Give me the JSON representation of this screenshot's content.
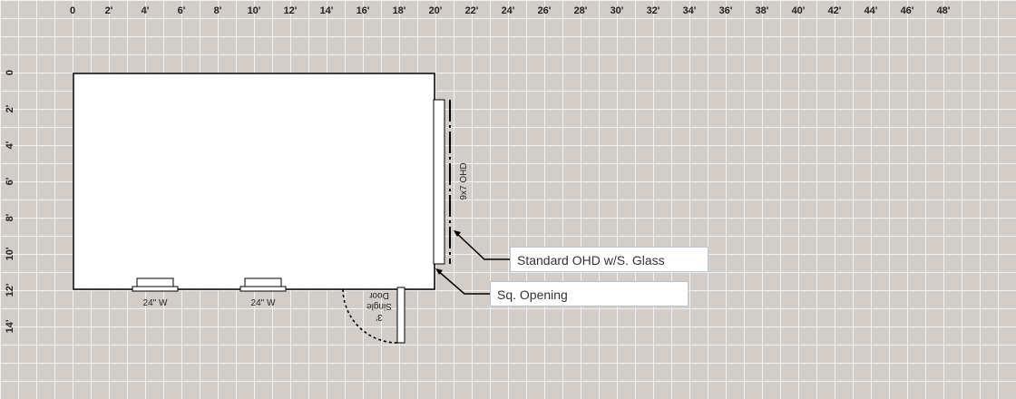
{
  "ruler": {
    "x_ticks": [
      "0",
      "2'",
      "4'",
      "6'",
      "8'",
      "10'",
      "12'",
      "14'",
      "16'",
      "18'",
      "20'",
      "22'",
      "24'",
      "26'",
      "28'",
      "30'",
      "32'",
      "34'",
      "36'",
      "38'",
      "40'",
      "42'",
      "44'",
      "46'",
      "48'"
    ],
    "y_ticks": [
      "0",
      "2'",
      "4'",
      "6'",
      "8'",
      "10'",
      "12'",
      "14'"
    ]
  },
  "plan": {
    "windows": [
      {
        "label": "24\" W"
      },
      {
        "label": "24\" W"
      }
    ],
    "ohd_label": "9x7 OHD",
    "door_label_line1": "3'",
    "door_label_line2": "Single",
    "door_label_line3": "Door"
  },
  "callouts": {
    "ohd": "Standard OHD w/S. Glass",
    "opening": "Sq. Opening"
  },
  "colors": {
    "background": "#d2cdc9",
    "grid": "#ffffff",
    "wall": "#000000"
  }
}
